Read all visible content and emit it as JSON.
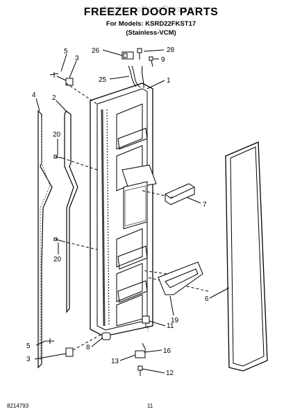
{
  "header": {
    "watermark": "AppliancePartsPros.com",
    "title": "FREEZER DOOR PARTS",
    "models": "For Models: KSRD22FKST17",
    "finish": "(Stainless-VCM)"
  },
  "callouts": [
    "1",
    "2",
    "3",
    "4",
    "5",
    "6",
    "7",
    "8",
    "9",
    "11",
    "12",
    "13",
    "16",
    "19",
    "20",
    "25",
    "26",
    "28"
  ],
  "labels": {
    "c5a": "5",
    "c3a": "3",
    "c26": "26",
    "c28": "28",
    "c9": "9",
    "c25": "25",
    "c1": "1",
    "c4": "4",
    "c2": "2",
    "c20a": "20",
    "c20b": "20",
    "c7": "7",
    "c6": "6",
    "c19": "19",
    "c11": "11",
    "c8": "8",
    "c5b": "5",
    "c3b": "3",
    "c16": "16",
    "c13": "13",
    "c12": "12"
  },
  "footer": {
    "doc_number": "8214793",
    "page": "11"
  }
}
